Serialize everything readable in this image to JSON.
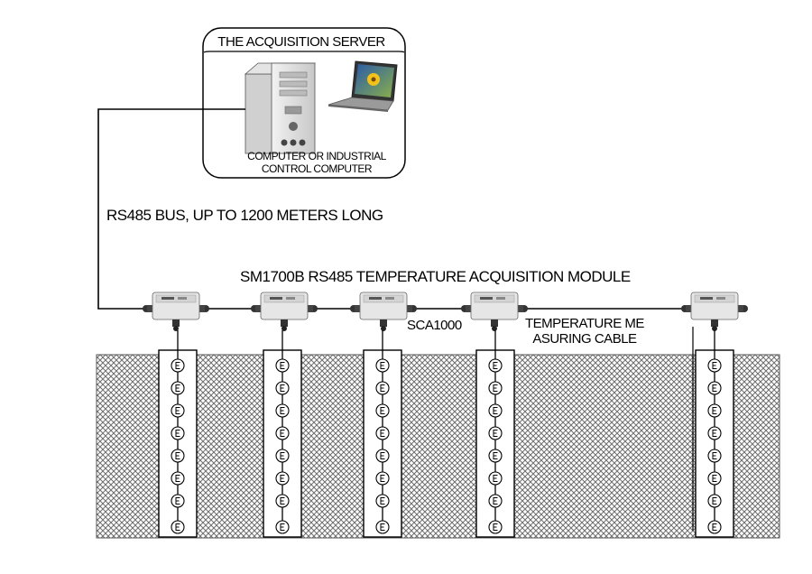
{
  "server": {
    "title": "THE ACQUISITION SERVER",
    "caption": "COMPUTER OR INDUSTRIAL CONTROL COMPUTER"
  },
  "bus": {
    "label": "RS485 BUS, UP TO 1200 METERS LONG"
  },
  "module": {
    "label": "SM1700B RS485 TEMPERATURE ACQUISITION MODULE"
  },
  "sensor_model": {
    "label": "SCA1000"
  },
  "cable": {
    "line1": "TEMPERATURE ME",
    "line2": "ASURING CABLE"
  },
  "modules": {
    "count": 5
  },
  "sensor_columns": {
    "count": 5,
    "sensors_per_column": 8
  },
  "colors": {
    "line": "#000000",
    "module_body": "#e6e6e6",
    "module_top": "#d4d4d4",
    "ground_hatch": "#777777",
    "column_fill": "#ffffff"
  },
  "icons": {
    "computer": "tower-pc-icon",
    "laptop": "laptop-icon",
    "sensor": "temperature-sensor-icon",
    "module": "acquisition-module-icon"
  }
}
